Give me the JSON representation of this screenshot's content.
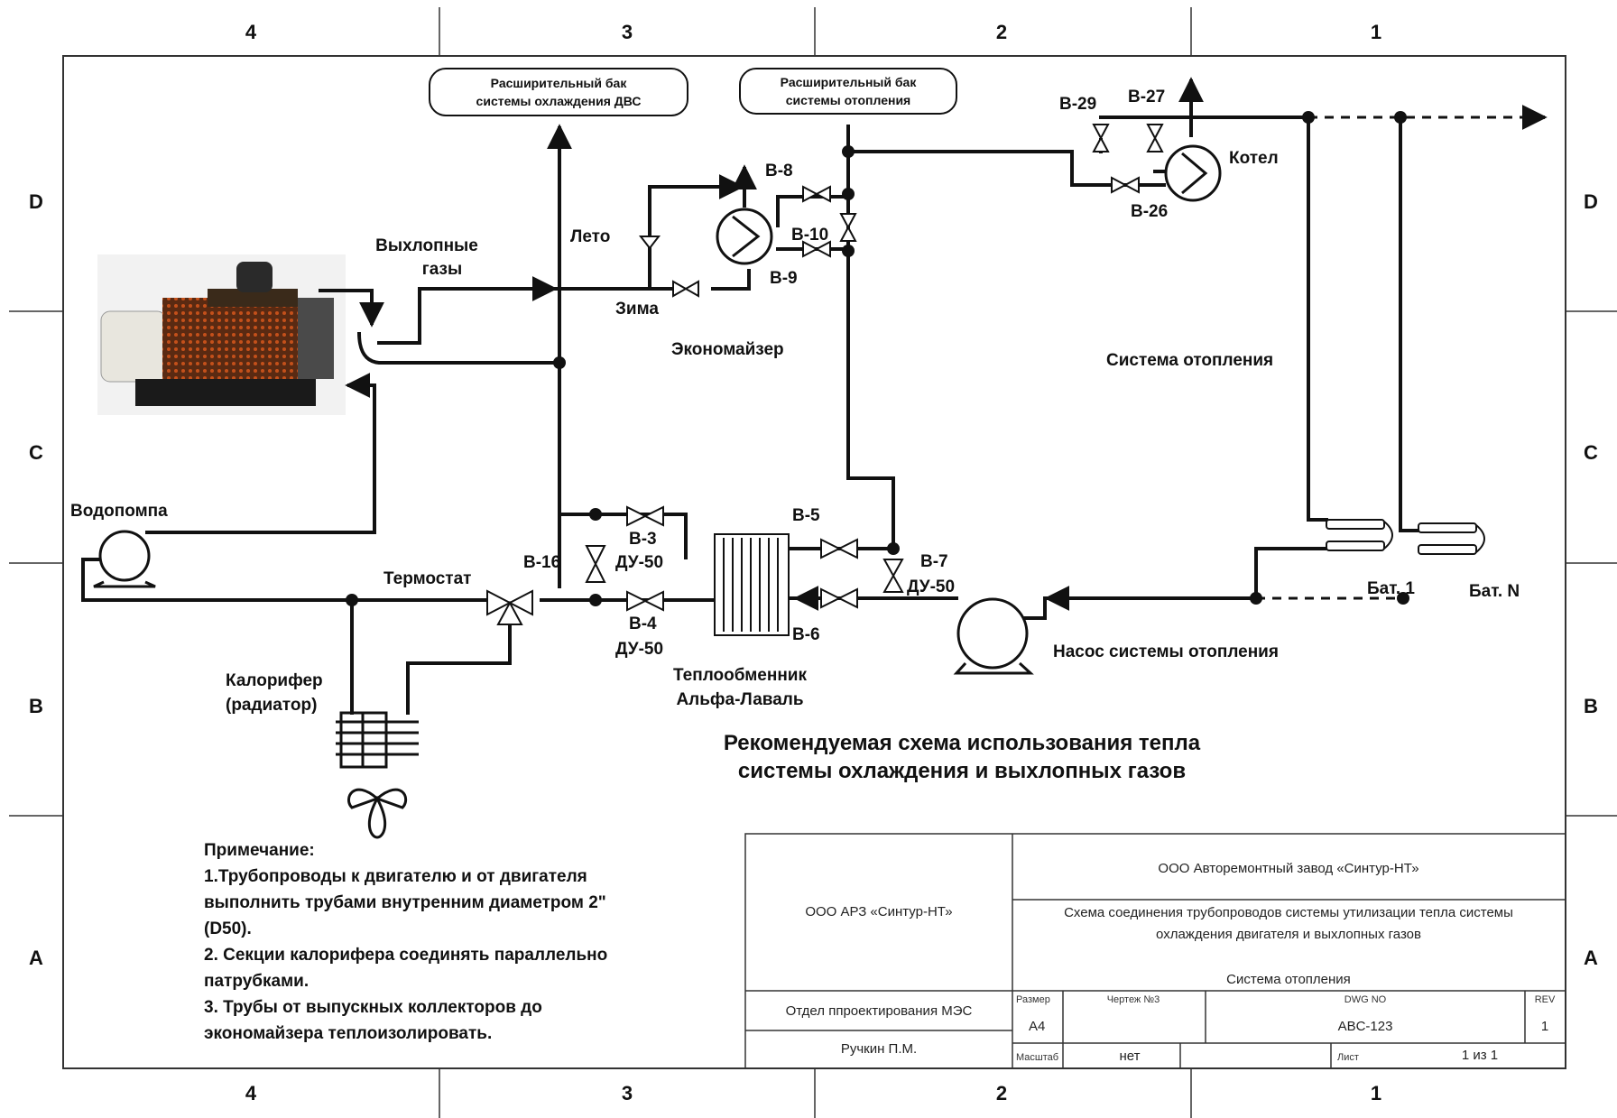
{
  "grid": {
    "cols_top": [
      "4",
      "3",
      "2",
      "1"
    ],
    "cols_bottom": [
      "4",
      "3",
      "2",
      "1"
    ],
    "rows_left": [
      "D",
      "C",
      "B",
      "A"
    ],
    "rows_right": [
      "D",
      "C",
      "B",
      "A"
    ]
  },
  "tanks": {
    "engine_tank_line1": "Расширительный бак",
    "engine_tank_line2": "системы охлаждения  ДВС",
    "heating_tank_line1": "Расширительный бак",
    "heating_tank_line2": "системы отопления"
  },
  "labels": {
    "exhaust_line1": "Выхлопные",
    "exhaust_line2": "газы",
    "summer": "Лето",
    "winter": "Зима",
    "economizer": "Экономайзер",
    "heating_system": "Система отопления",
    "boiler": "Котел",
    "water_pump": "Водопомпа",
    "thermostat": "Термостат",
    "heater_line1": "Калорифер",
    "heater_line2": "(радиатор)",
    "hx_line1": "Теплообменник",
    "hx_line2": "Альфа-Лаваль",
    "heating_pump": "Насос системы отопления",
    "bat1": "Бат. 1",
    "batN": "Бат. N",
    "du50_3": "ДУ-50",
    "du50_4": "ДУ-50",
    "du50_7": "ДУ-50"
  },
  "valves": {
    "v3": "В-3",
    "v4": "В-4",
    "v5": "В-5",
    "v6": "В-6",
    "v7": "В-7",
    "v8": "В-8",
    "v9": "В-9",
    "v10": "В-10",
    "v16": "В-16",
    "v26": "В-26",
    "v27": "В-27",
    "v29": "В-29"
  },
  "title": {
    "line1": "Рекомендуемая схема использования тепла",
    "line2": "системы охлаждения и выхлопных газов"
  },
  "notes": {
    "heading": "Примечание:",
    "lines": [
      " 1.Трубопроводы к двигателю и от двигателя",
      "выполнить трубами внутренним диаметром 2\"",
      "(D50).",
      "2. Секции калорифера соединять параллельно",
      "патрубками.",
      "3. Трубы от выпускных коллекторов до",
      "экономайзера теплоизолировать."
    ]
  },
  "title_block": {
    "company_short": "ООО АРЗ «Синтур-НТ»",
    "company_full": "ООО Авторемонтный завод «Синтур-НТ»",
    "description_line1": "Схема соединения трубопроводов системы утилизации тепла системы",
    "description_line2": "охлаждения двигателя и выхлопных газов",
    "system": "Система отопления",
    "department": "Отдел ппроектирования МЭС",
    "author": "Ручкин П.М.",
    "size_label": "Размер",
    "size_value": "А4",
    "drawing_label": "Чертеж №3",
    "dwg_label": "DWG NO",
    "dwg_value": "ABC-123",
    "rev_label": "REV",
    "rev_value": "1",
    "scale_label": "Масштаб",
    "scale_value": "нет",
    "sheet_label": "Лист",
    "sheet_value": "1 из 1"
  }
}
